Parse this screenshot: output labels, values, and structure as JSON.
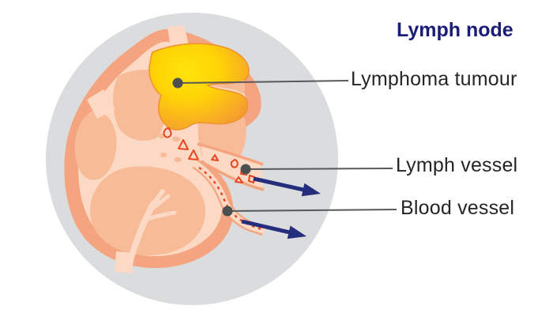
{
  "diagram": {
    "title": "Lymph node",
    "annotations": {
      "tumour": {
        "label": "Lymphoma tumour"
      },
      "lymph_vessel": {
        "label": "Lymph vessel"
      },
      "blood_vessel": {
        "label": "Blood vessel"
      }
    }
  },
  "colors": {
    "title_navy": "#1b1c77",
    "label_text": "#272425",
    "leader_line_gray": "#58595b",
    "leader_dot_gray": "#4d4e50",
    "arrow_navy": "#242e7c",
    "background_circle_gray": "#dbdcde",
    "capsule_salmon": "#f4a47e",
    "lobe_salmon": "#f7bb98",
    "interior_pale_peach": "#fbd9c4",
    "tumour_yellow": "#ffe10a",
    "tumour_orange_rim": "#f0912d",
    "cell_red": "#e8441f"
  }
}
